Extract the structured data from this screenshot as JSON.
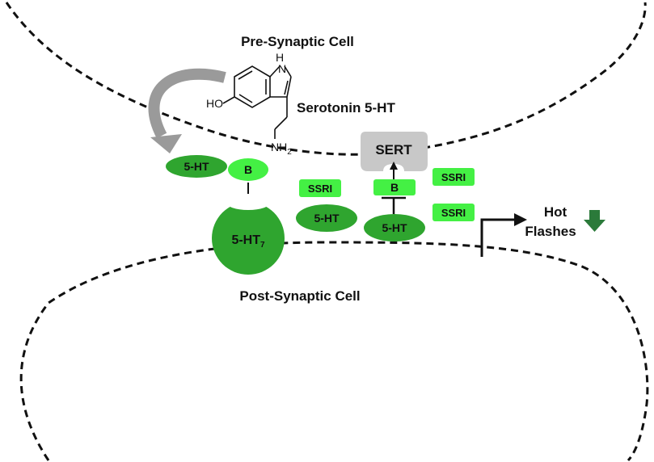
{
  "cells": {
    "pre": "Pre-Synaptic Cell",
    "post": "Post-Synaptic Cell"
  },
  "molecule": {
    "name": "Serotonin 5-HT",
    "atoms": {
      "nh": "H",
      "n": "N",
      "ho": "HO",
      "nh2_main": "NH",
      "nh2_sub": "2"
    }
  },
  "nodes": {
    "released_5ht": "5-HT",
    "b_left": "B",
    "receptor_main": "5-HT",
    "receptor_sub": "7",
    "cleft_5ht": "5-HT",
    "right_5ht": "5-HT",
    "b_right": "B",
    "sert": "SERT",
    "ssri_1": "SSRI",
    "ssri_2": "SSRI",
    "ssri_3": "SSRI"
  },
  "outcome": {
    "line1": "Hot",
    "line2": "Flashes"
  },
  "colors": {
    "dark_green": "#2fa52f",
    "light_green": "#44f044",
    "sert_gray": "#c8c8c8",
    "arrow_gray": "#9a9a9a",
    "down_arrow": "#2b7a3a"
  }
}
